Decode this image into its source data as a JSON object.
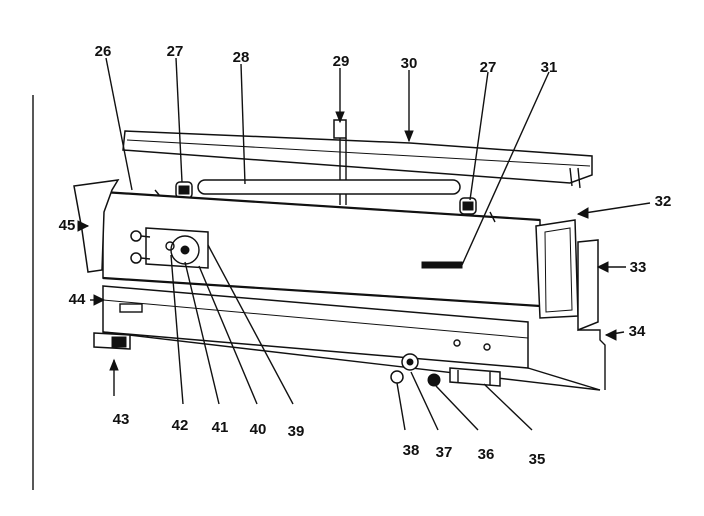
{
  "callouts": {
    "c26": "26",
    "c27a": "27",
    "c28": "28",
    "c29": "29",
    "c30": "30",
    "c27b": "27",
    "c31": "31",
    "c32": "32",
    "c33": "33",
    "c34": "34",
    "c35": "35",
    "c36": "36",
    "c37": "37",
    "c38": "38",
    "c39": "39",
    "c40": "40",
    "c41": "41",
    "c42": "42",
    "c43": "43",
    "c44": "44",
    "c45": "45"
  },
  "colors": {
    "ink": "#111111",
    "paper": "#ffffff"
  }
}
